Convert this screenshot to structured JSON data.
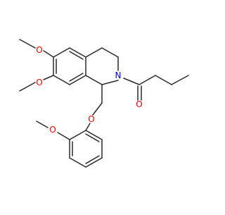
{
  "molecule": {
    "atoms": [
      {
        "id": "O1",
        "label": "O",
        "color": "#ff0000"
      },
      {
        "id": "O2",
        "label": "O",
        "color": "#ff0000"
      },
      {
        "id": "N1",
        "label": "N",
        "color": "#0000ff"
      },
      {
        "id": "O3",
        "label": "O",
        "color": "#ff0000"
      },
      {
        "id": "O4",
        "label": "O",
        "color": "#ff0000"
      },
      {
        "id": "O5",
        "label": "O",
        "color": "#ff0000"
      }
    ],
    "bond_color": "#2a2a2a",
    "background": "#ffffff"
  }
}
